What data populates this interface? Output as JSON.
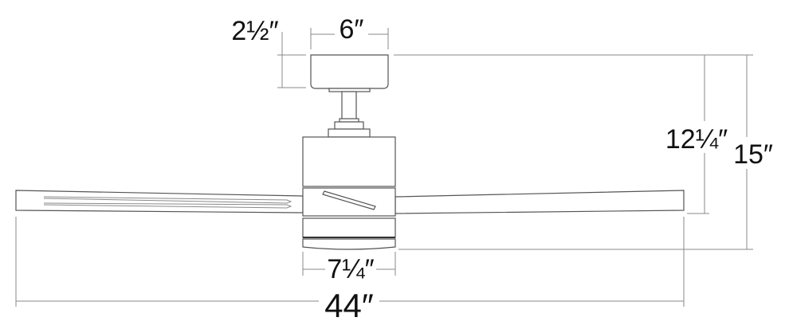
{
  "diagram": {
    "subject": "ceiling-fan",
    "dimensions": {
      "canopy_height": "2½″",
      "canopy_width": "6″",
      "ceiling_to_blade": "12¼″",
      "overall_height": "15″",
      "motor_width": "7¼″",
      "blade_span": "44″"
    },
    "colors": {
      "line": "#8a8a8a",
      "outline": "#555555",
      "text": "#111111"
    }
  }
}
